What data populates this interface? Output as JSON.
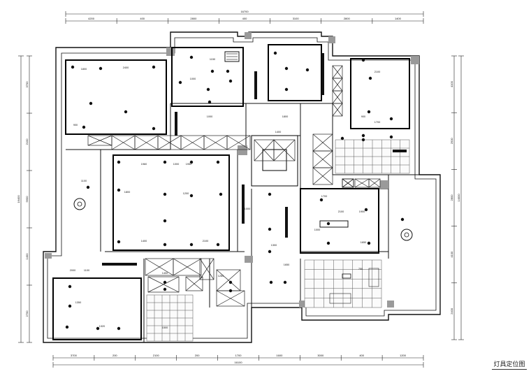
{
  "drawing": {
    "caption": "灯具定位图",
    "overall_dims": {
      "top_total": "16700",
      "bottom_total": "16100",
      "left_total": "16400",
      "right_total": "14000"
    },
    "top_dims": [
      "4200",
      "400",
      "2800",
      "400",
      "3100",
      "2800",
      "1400"
    ],
    "bottom_dims": [
      "3700",
      "200",
      "2100",
      "200",
      "1700",
      "1600",
      "3000",
      "400",
      "1200"
    ],
    "left_dims": [
      "3700",
      "2100",
      "5600",
      "1400",
      "2700"
    ],
    "right_dims": [
      "4100",
      "2500",
      "2800",
      "4100",
      "2400"
    ],
    "room_labels": [
      "2400",
      "1800",
      "900",
      "1150",
      "1000",
      "1000",
      "1800",
      "2100",
      "1700",
      "1960",
      "1950",
      "1800",
      "1200",
      "2100",
      "1400",
      "1000",
      "1400",
      "900",
      "1700",
      "1900",
      "2100",
      "2000",
      "1100",
      "1350",
      "1320",
      "1400",
      "1285",
      "1650",
      "1300",
      "1000",
      "1000",
      "1650",
      "750",
      "1500",
      "1100"
    ]
  }
}
